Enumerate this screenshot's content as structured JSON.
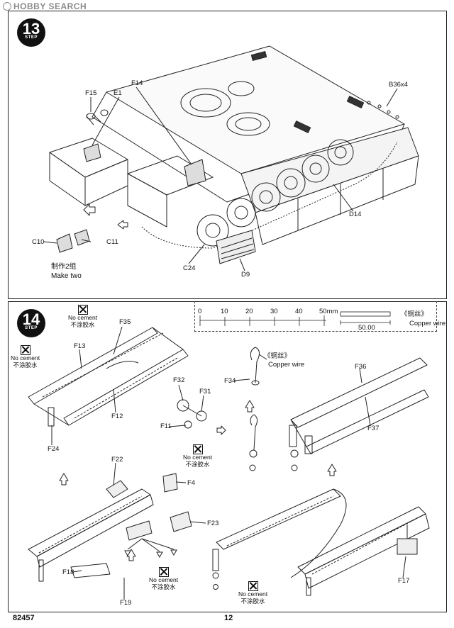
{
  "watermark": "HOBBY SEARCH",
  "step13": {
    "number": "13",
    "word": "STEP",
    "labels": {
      "F15": "F15",
      "E1": "E1",
      "F14": "F14",
      "B36x4": "B36x4",
      "D14": "D14",
      "C10": "C10",
      "C11": "C11",
      "C24": "C24",
      "D9": "D9"
    },
    "make_two_cn": "制作2组",
    "make_two_en": "Make two"
  },
  "step14": {
    "number": "14",
    "word": "STEP",
    "labels": {
      "F35": "F35",
      "F13": "F13",
      "F12": "F12",
      "F24": "F24",
      "F32": "F32",
      "F31": "F31",
      "F11": "F11",
      "F34": "F34",
      "F36": "F36",
      "F37": "F37",
      "F22": "F22",
      "F4": "F4",
      "F23": "F23",
      "F18": "F18",
      "F19": "F19",
      "F17": "F17"
    },
    "no_cement_en": "No cement",
    "no_cement_cn": "不涂胶水",
    "copper_wire_cn": "《铜丝》",
    "copper_wire_en": "Copper wire"
  },
  "ruler": {
    "ticks": [
      "0",
      "10",
      "20",
      "30",
      "40",
      "50mm"
    ],
    "wire_length": "50.00",
    "copper_cn": "《铜丝》",
    "copper_en": "Copper wire"
  },
  "footer": {
    "code": "82457",
    "page": "12"
  }
}
